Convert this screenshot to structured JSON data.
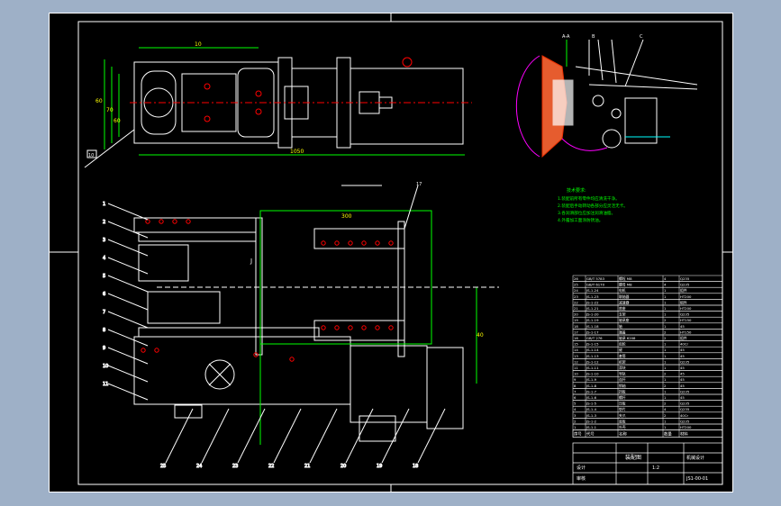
{
  "drawing": {
    "background_color": "#9eb0c7",
    "sheet_color": "#000000",
    "line_color": "#ffffff",
    "dimension_color": "#00ff00",
    "hatch_color": "#ff00ff",
    "highlight_color": "#ff0000",
    "accent_color": "#ffff00",
    "cyan_color": "#00ffff"
  },
  "top_view": {
    "dim_length_top": "10",
    "dim_overall_bottom": "1050",
    "dim_left_1": "60",
    "dim_left_2": "70",
    "dim_left_3": "60",
    "callout_label": "10"
  },
  "front_view": {
    "callouts_left": [
      "1",
      "2",
      "3",
      "4",
      "5",
      "6",
      "7",
      "8",
      "9",
      "10",
      "11"
    ],
    "callouts_bottom": [
      "25",
      "24",
      "23",
      "22",
      "21",
      "20",
      "19",
      "18"
    ],
    "callout_top": "17",
    "dim_mid": "300",
    "dim_vertical": "40",
    "marker": "J"
  },
  "section_view": {
    "labels_top": [
      "A-A",
      "B",
      "C"
    ]
  },
  "tech_notes": {
    "title": "技术要求:",
    "lines": [
      "1.装配前所有零件均应清洗干净。",
      "2.装配后手动转动各部分应灵活无卡。",
      "3.各润滑部位应加注润滑油脂。",
      "4.外露加工面涂防锈油。"
    ]
  },
  "parts_list": {
    "rows": [
      [
        "26",
        "GB/T 5783",
        "螺栓 M8",
        "4",
        "Q235"
      ],
      [
        "25",
        "GB/T 6170",
        "螺母 M8",
        "4",
        "Q235"
      ],
      [
        "24",
        "JS-1-24",
        "电机",
        "1",
        "组件"
      ],
      [
        "23",
        "JS-1-23",
        "联轴器",
        "1",
        "HT200"
      ],
      [
        "22",
        "JS-1-22",
        "减速器",
        "1",
        "组件"
      ],
      [
        "21",
        "JS-1-21",
        "底座",
        "1",
        "HT200"
      ],
      [
        "20",
        "JS-1-20",
        "支架",
        "1",
        "Q235"
      ],
      [
        "19",
        "JS-1-19",
        "轴承座",
        "2",
        "HT150"
      ],
      [
        "18",
        "JS-1-18",
        "轴",
        "1",
        "45"
      ],
      [
        "17",
        "JS-1-17",
        "端盖",
        "2",
        "HT150"
      ],
      [
        "16",
        "GB/T 276",
        "轴承 6208",
        "2",
        "组件"
      ],
      [
        "15",
        "JS-1-15",
        "齿轮",
        "1",
        "40Cr"
      ],
      [
        "14",
        "JS-1-14",
        "键",
        "1",
        "45"
      ],
      [
        "13",
        "JS-1-13",
        "套筒",
        "1",
        "45"
      ],
      [
        "12",
        "JS-1-12",
        "机架",
        "1",
        "Q235"
      ],
      [
        "11",
        "JS-1-11",
        "滑块",
        "1",
        "45"
      ],
      [
        "10",
        "JS-1-10",
        "导轨",
        "2",
        "45"
      ],
      [
        "9",
        "JS-1-9",
        "连杆",
        "1",
        "45"
      ],
      [
        "8",
        "JS-1-8",
        "销轴",
        "2",
        "45"
      ],
      [
        "7",
        "JS-1-7",
        "挡板",
        "1",
        "Q235"
      ],
      [
        "6",
        "JS-1-6",
        "螺杆",
        "1",
        "45"
      ],
      [
        "5",
        "JS-1-5",
        "压板",
        "2",
        "Q235"
      ],
      [
        "4",
        "JS-1-4",
        "垫片",
        "4",
        "Q235"
      ],
      [
        "3",
        "JS-1-3",
        "夹爪",
        "2",
        "40Cr"
      ],
      [
        "2",
        "JS-1-2",
        "底板",
        "1",
        "Q235"
      ],
      [
        "1",
        "JS-1-1",
        "外壳",
        "1",
        "HT200"
      ]
    ],
    "header": [
      "序号",
      "代号",
      "名称",
      "数量",
      "材料"
    ]
  },
  "title_block": {
    "name": "装配图",
    "scale": "1:2",
    "drawing_no": "JS1-00-01",
    "school": "机械设计",
    "designer": "设计",
    "checker": "审核"
  }
}
